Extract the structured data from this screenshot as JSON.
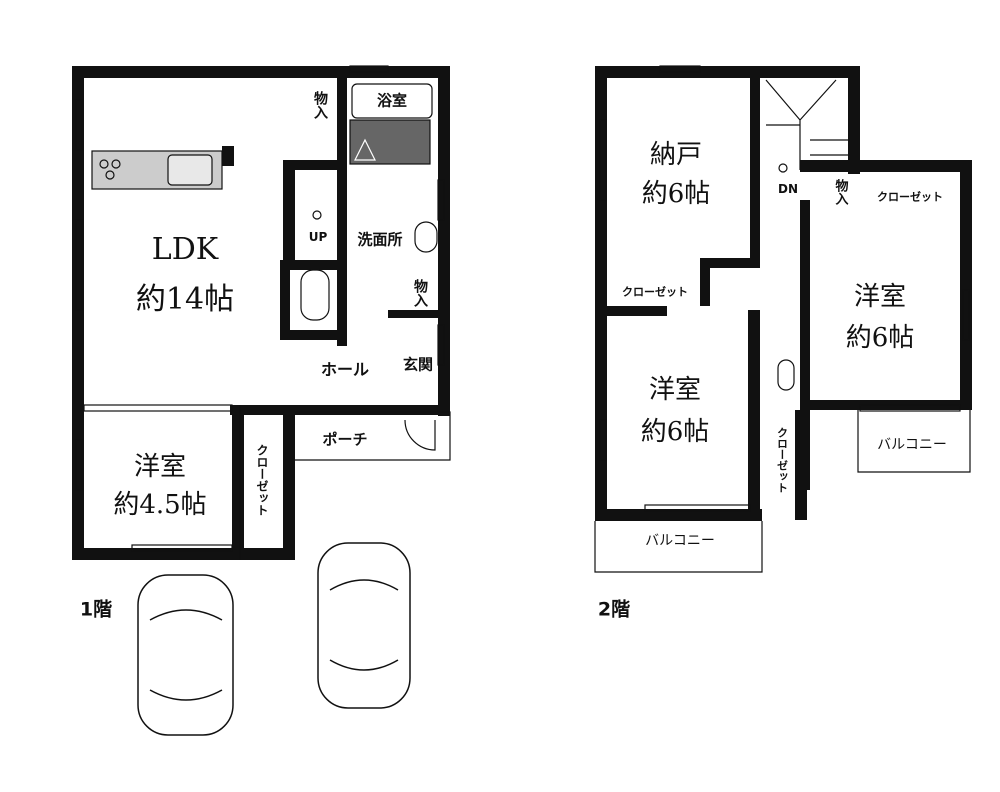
{
  "floor1": {
    "label": "1階",
    "rooms": {
      "ldk": "LDK",
      "ldk_size": "約14帖",
      "western": "洋室",
      "western_size": "約4.5帖",
      "bath": "浴室",
      "storage1": "物入",
      "up": "UP",
      "washroom": "洗面所",
      "storage2": "物入",
      "hall": "ホール",
      "entrance": "玄関",
      "porch": "ポーチ",
      "closet": "クローゼット"
    }
  },
  "floor2": {
    "label": "2階",
    "rooms": {
      "storeroom": "納戸",
      "storeroom_size": "約6帖",
      "closet1": "クローゼット",
      "dn": "DN",
      "storage": "物入",
      "closet2": "クローゼット",
      "western_right": "洋室",
      "western_right_size": "約6帖",
      "western_left": "洋室",
      "western_left_size": "約6帖",
      "closet3": "クローゼット",
      "balcony_right": "バルコニー",
      "balcony_bottom": "バルコニー"
    }
  }
}
